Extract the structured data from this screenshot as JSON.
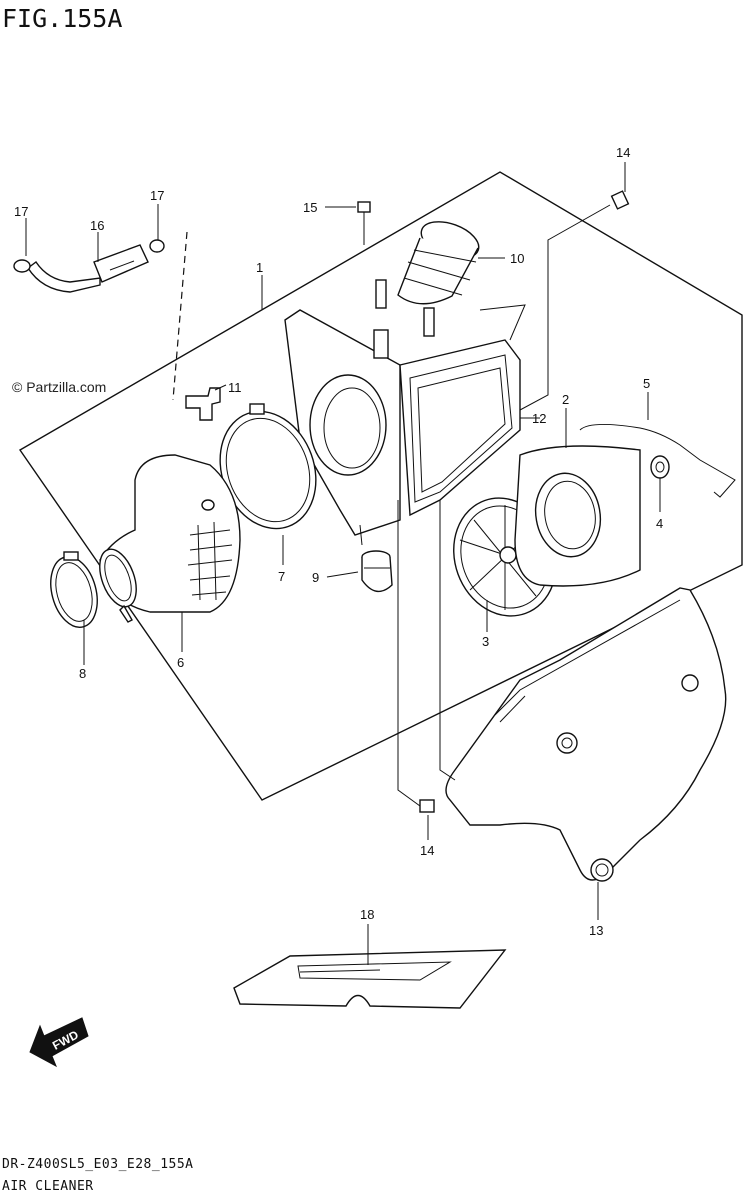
{
  "figure": {
    "title": "FIG.155A",
    "watermark": "© Partzilla.com",
    "model_code": "DR-Z400SL5_E03_E28_155A",
    "caption": "AIR CLEANER",
    "fwd_label": "FWD"
  },
  "callouts": [
    "1",
    "2",
    "3",
    "4",
    "5",
    "6",
    "7",
    "8",
    "9",
    "10",
    "11",
    "12",
    "13",
    "14",
    "14",
    "15",
    "16",
    "17",
    "17",
    "18"
  ]
}
